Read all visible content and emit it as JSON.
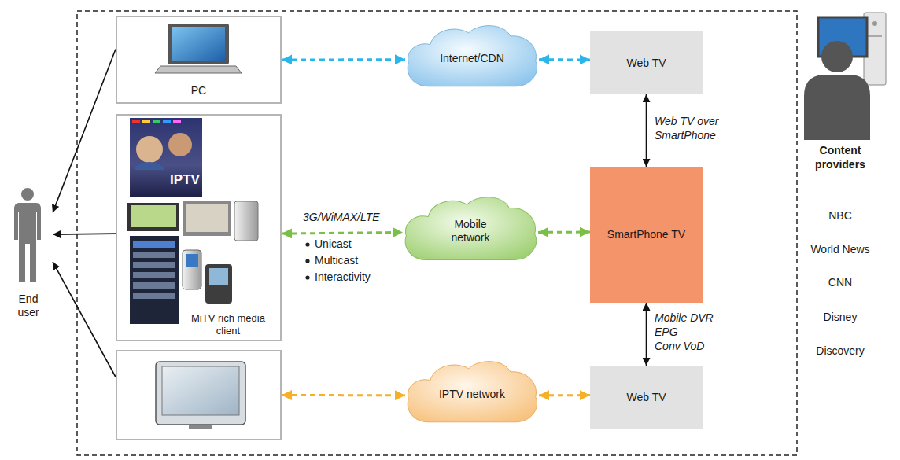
{
  "diagram": {
    "nodes": [
      {
        "text": [
          "End user"
        ]
      },
      {
        "text": [
          "PC"
        ]
      },
      {
        "text": [
          "IPTV",
          "MiTV rich media client"
        ]
      },
      {
        "text": []
      },
      {
        "text": [
          "Internet/CDN"
        ]
      },
      {
        "text": [
          "Web TV"
        ]
      },
      {
        "text": [
          "Mobile network"
        ]
      },
      {
        "text": [
          "SmartPhone TV"
        ]
      },
      {
        "text": [
          "IPTV network"
        ]
      },
      {
        "text": [
          "Web TV"
        ]
      }
    ],
    "edges": [
      {
        "from": 1,
        "to": 0,
        "arrow": "to"
      },
      {
        "from": 2,
        "to": 0,
        "arrow": "to"
      },
      {
        "from": 3,
        "to": 0,
        "arrow": "to"
      },
      {
        "from": 1,
        "to": 4,
        "arrow": "both"
      },
      {
        "from": 4,
        "to": 5,
        "arrow": "both"
      },
      {
        "from": 5,
        "to": 7,
        "label": "Web TV over SmartPhone",
        "arrow": "both"
      },
      {
        "from": 2,
        "to": 6,
        "label": "3G/WiMAX/LTE",
        "arrow": "both"
      },
      {
        "from": 6,
        "to": 7,
        "arrow": "both"
      },
      {
        "from": 7,
        "to": 9,
        "label": "Mobile DVR",
        "arrow": "both"
      },
      {
        "from": 3,
        "to": 8,
        "arrow": "both"
      },
      {
        "from": 8,
        "to": 9,
        "arrow": "both"
      }
    ],
    "labels": [
      "Unicast",
      "Multicast",
      "Interactivity",
      "EPG",
      "Conv VoD",
      "Content providers",
      "NBC",
      "World News",
      "CNN",
      "Disney",
      "Discovery"
    ]
  }
}
